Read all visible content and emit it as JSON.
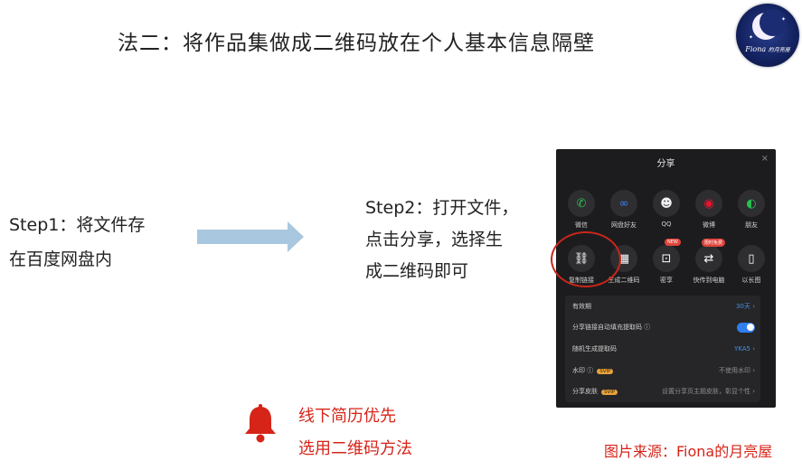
{
  "title": "法二：将作品集做成二维码放在个人基本信息隔壁",
  "logo": {
    "name": "Fiona",
    "sub": "的月亮屋"
  },
  "step1": {
    "line1": "Step1：将文件存",
    "line2": "在百度网盘内"
  },
  "step2": {
    "line1": "Step2：打开文件，",
    "line2": "点击分享，选择生",
    "line3": "成二维码即可"
  },
  "tip": {
    "line1": "线下简历优先",
    "line2": "选用二维码方法"
  },
  "credit": "图片来源：Fiona的月亮屋",
  "share_dialog": {
    "title": "分享",
    "close_label": "×",
    "row1": [
      {
        "label": "微信",
        "icon": "wechat-icon",
        "glyph": "✆",
        "color": "#27c04f"
      },
      {
        "label": "网盘好友",
        "icon": "netdisk-friend-icon",
        "glyph": "∞",
        "color": "#3b82f6"
      },
      {
        "label": "QQ",
        "icon": "qq-icon",
        "glyph": "☻",
        "color": "#e8e8e8"
      },
      {
        "label": "微博",
        "icon": "weibo-icon",
        "glyph": "◉",
        "color": "#e6162d"
      },
      {
        "label": "朋友",
        "icon": "moments-icon",
        "glyph": "◐",
        "color": "#27c04f"
      }
    ],
    "row2": [
      {
        "label": "复制链接",
        "icon": "link-icon",
        "glyph": "🔗",
        "badge": ""
      },
      {
        "label": "生成二维码",
        "icon": "qrcode-icon",
        "glyph": "▦",
        "badge": ""
      },
      {
        "label": "密享",
        "icon": "lock-icon",
        "glyph": "🔒",
        "badge": "NEW"
      },
      {
        "label": "快传到电脑",
        "icon": "transfer-to-pc-icon",
        "glyph": "⇄",
        "badge": "限时免费"
      },
      {
        "label": "以长图",
        "icon": "long-image-icon",
        "glyph": "▯",
        "badge": ""
      }
    ],
    "settings": {
      "validity_label": "有效期",
      "validity_value": "30天",
      "autofill_label": "分享链接自动填充提取码",
      "code_label": "随机生成提取码",
      "code_value": "YKA5",
      "watermark_label": "水印",
      "watermark_badge": "SVIP",
      "watermark_value": "不使用水印",
      "skin_label": "分享皮肤",
      "skin_badge": "SVIP",
      "skin_value": "设置分享页主题皮肤，彰显个性"
    }
  },
  "colors": {
    "accent_red": "#d62418",
    "arrow": "#a9c8df"
  }
}
